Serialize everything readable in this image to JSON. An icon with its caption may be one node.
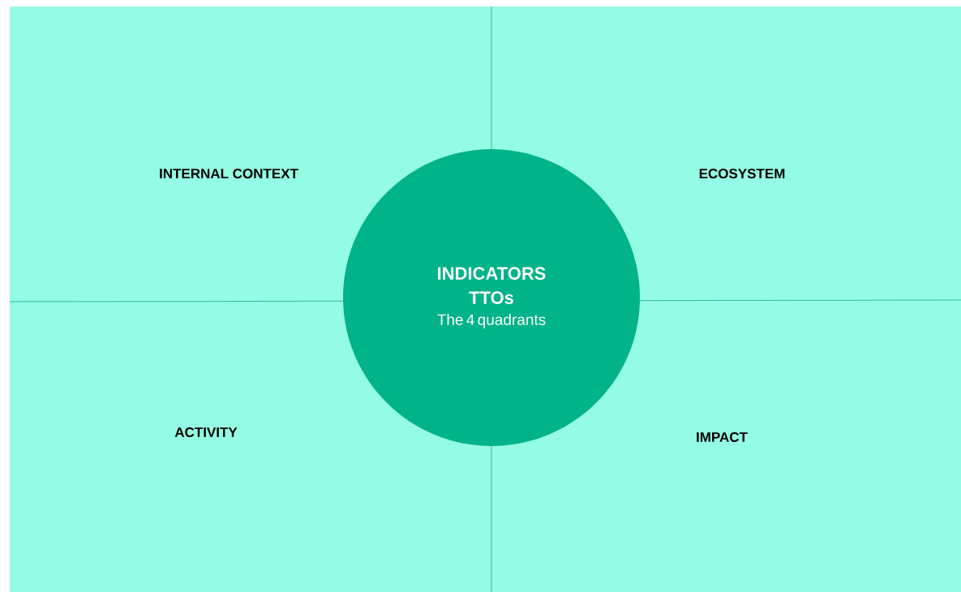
{
  "diagram": {
    "nodes": [
      {
        "text": [
          "INTERNAL CONTEXT"
        ]
      },
      {
        "text": [
          "ECOSYSTEM"
        ]
      },
      {
        "text": [
          "ACTIVITY"
        ]
      },
      {
        "text": [
          "IMPACT"
        ]
      },
      {
        "text": [
          "INDICATORS TTOs",
          "The 4 quadrants"
        ]
      }
    ]
  }
}
